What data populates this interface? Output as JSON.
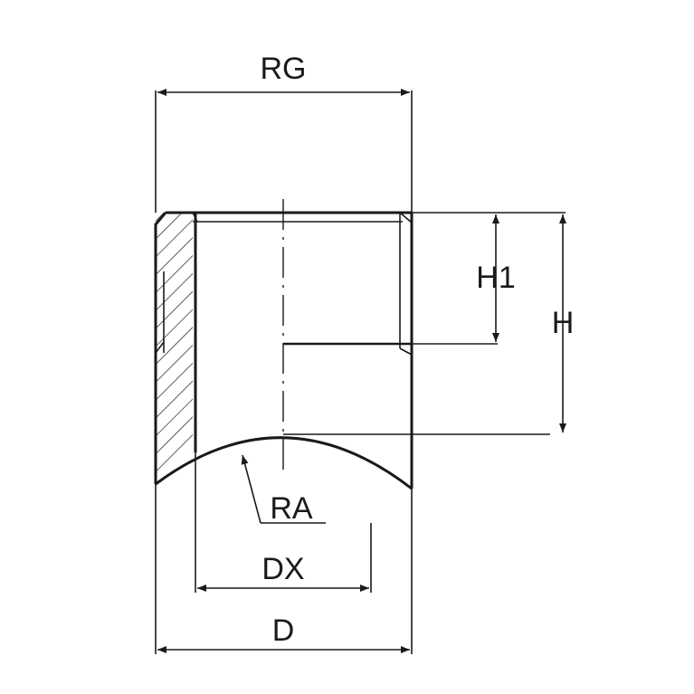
{
  "labels": {
    "rg": "RG",
    "h1": "H1",
    "h": "H",
    "ra": "RA",
    "dx": "DX",
    "d": "D"
  },
  "colors": {
    "line": "#1a1a1a",
    "background": "#ffffff"
  }
}
